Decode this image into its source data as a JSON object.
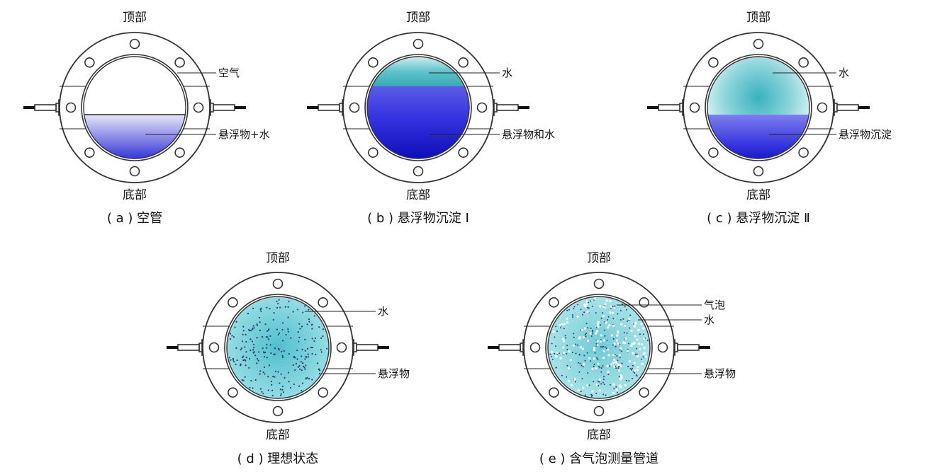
{
  "colors": {
    "outline": "#333333",
    "water_blue_deep": "#1a1ad6",
    "water_blue_light": "#c8c8f5",
    "water_teal": "#3fb6c2",
    "suspended_dot": "#2b3d73",
    "bubble": "#ffffff"
  },
  "panels": [
    {
      "top_label": "顶部",
      "bottom_label": "底部",
      "caption": "( a ) 空管",
      "fill": "empty-pipe",
      "labels": [
        "空气",
        "悬浮物+水"
      ]
    },
    {
      "top_label": "顶部",
      "bottom_label": "底部",
      "caption": "( b ) 悬浮物沉淀 Ⅰ",
      "fill": "sediment-I",
      "labels": [
        "水",
        "悬浮物和水"
      ]
    },
    {
      "top_label": "顶部",
      "bottom_label": "底部",
      "caption": "( c ) 悬浮物沉淀 Ⅱ",
      "fill": "sediment-II",
      "labels": [
        "水",
        "悬浮物沉淀"
      ]
    },
    {
      "top_label": "顶部",
      "bottom_label": "底部",
      "caption": "( d ) 理想状态",
      "fill": "ideal",
      "labels": [
        "水",
        "悬浮物"
      ]
    },
    {
      "top_label": "顶部",
      "bottom_label": "底部",
      "caption": "( e ) 含气泡测量管道",
      "fill": "bubbles",
      "labels": [
        "气泡",
        "水",
        "悬浮物"
      ]
    }
  ]
}
